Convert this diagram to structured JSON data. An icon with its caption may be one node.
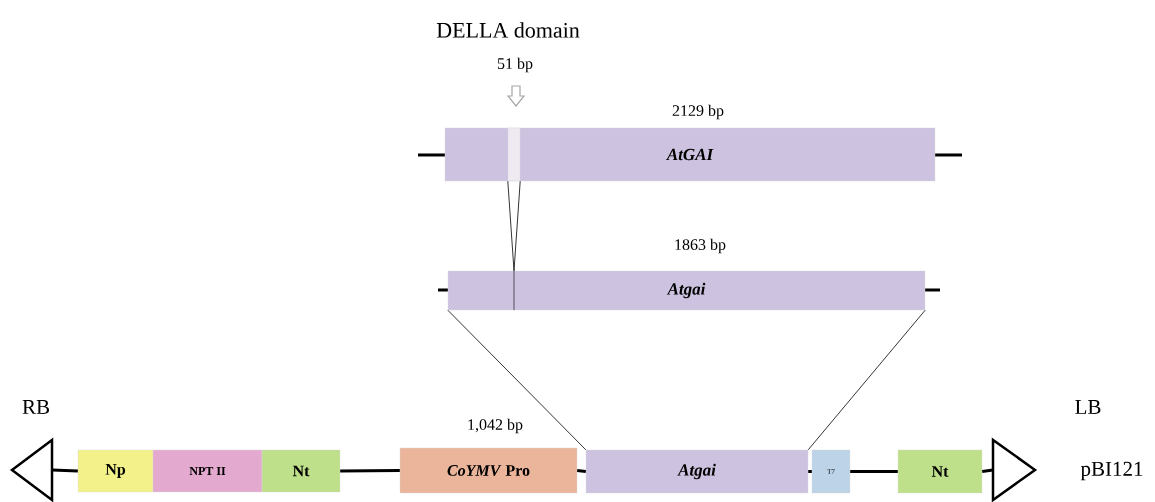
{
  "diagram": {
    "nodes": [
      {
        "text": [
          "AtGAI"
        ],
        "beside": [
          "2129 bp"
        ]
      },
      {
        "text": [],
        "shape": "bar",
        "in": 0,
        "beside": [
          "DELLA domain",
          "51 bp"
        ]
      },
      {
        "text": [
          "Atgai"
        ],
        "beside": [
          "1863 bp"
        ]
      },
      {
        "text": [],
        "shape": "triangle"
      },
      {
        "text": [
          "Np"
        ]
      },
      {
        "text": [
          "NPT II"
        ]
      },
      {
        "text": [
          "Nt"
        ]
      },
      {
        "text": [
          "*CoYMV* Pro"
        ],
        "beside": [
          "1,042 bp"
        ]
      },
      {
        "text": [
          "Atgai"
        ]
      },
      {
        "text": [
          "T7"
        ]
      },
      {
        "text": [
          "Nt"
        ]
      },
      {
        "text": [],
        "shape": "triangle"
      }
    ],
    "edges": [
      {
        "from": 1,
        "to": 2,
        "arrow": "none"
      },
      {
        "from": 1,
        "to": 2,
        "arrow": "none"
      },
      {
        "from": 2,
        "to": 8,
        "arrow": "none"
      },
      {
        "from": 2,
        "to": 8,
        "arrow": "none"
      },
      {
        "from": 3,
        "to": 4,
        "arrow": "none"
      },
      {
        "from": 6,
        "to": 7,
        "arrow": "none"
      },
      {
        "from": 7,
        "to": 8,
        "arrow": "none"
      },
      {
        "from": 8,
        "to": 9,
        "arrow": "none"
      },
      {
        "from": 9,
        "to": 10,
        "arrow": "none"
      },
      {
        "from": 10,
        "to": 11,
        "arrow": "none"
      }
    ],
    "labels": [
      "RB",
      "LB",
      "pBI121"
    ]
  }
}
